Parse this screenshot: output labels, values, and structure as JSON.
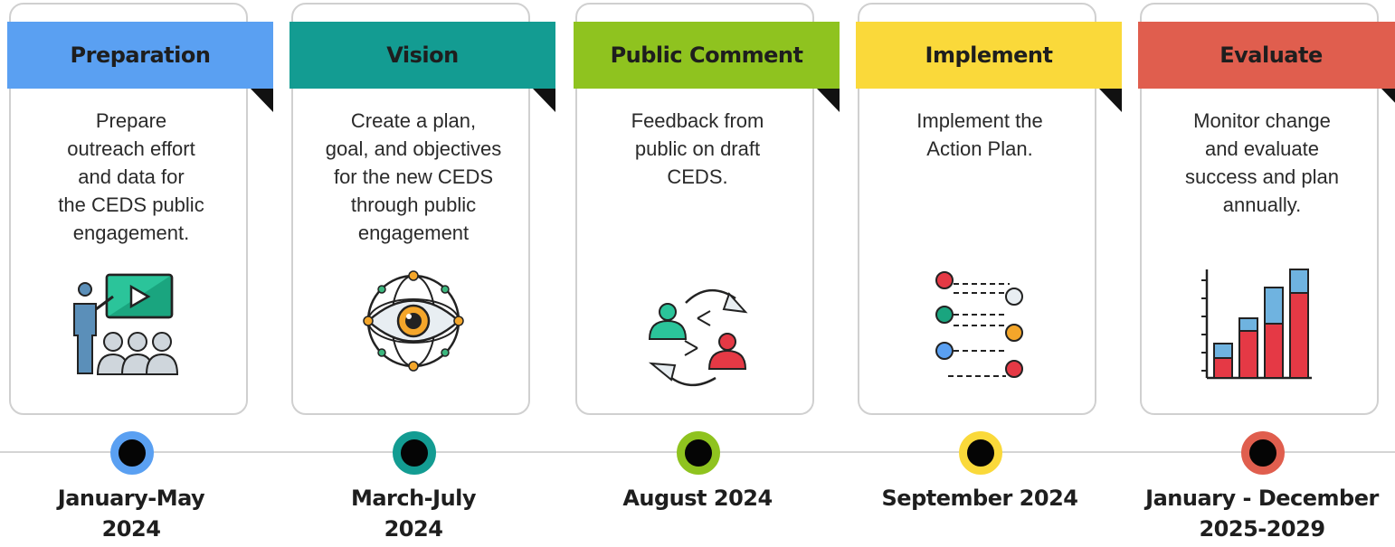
{
  "stages": [
    {
      "title": "Preparation",
      "description": "Prepare\noutreach effort\nand data for\nthe CEDS public\nengagement.",
      "date": "January-May\n2024",
      "color": "#5aa0f2",
      "icon": "presentation-icon"
    },
    {
      "title": "Vision",
      "description": "Create a plan,\ngoal, and objectives\nfor the new CEDS\nthrough public\nengagement",
      "date": "March-July\n2024",
      "color": "#139c92",
      "icon": "eye-vision-icon"
    },
    {
      "title": "Public Comment",
      "description": "Feedback from\npublic on draft\nCEDS.",
      "date": "August 2024",
      "color": "#8fc31f",
      "icon": "feedback-exchange-icon"
    },
    {
      "title": "Implement",
      "description": "Implement the\nAction Plan.",
      "date": "September 2024",
      "color": "#fad93a",
      "icon": "action-plan-icon"
    },
    {
      "title": "Evaluate",
      "description": "Monitor change\nand evaluate\nsuccess and plan\nannually.",
      "date": "January - December\n2025-2029",
      "color": "#e05e4e",
      "icon": "bar-chart-icon"
    }
  ]
}
